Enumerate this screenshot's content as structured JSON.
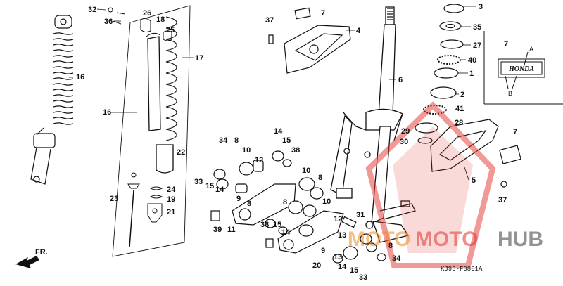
{
  "diagram": {
    "code": "KJ93-F0801A",
    "front_label": "FR.",
    "watermark": {
      "text": "MOTOMOTOHUB",
      "colors": {
        "red": "#e3342f",
        "orange": "#f08a1c",
        "gray": "#666666"
      }
    },
    "callouts": [
      "32",
      "36",
      "26",
      "18",
      "25",
      "17",
      "16",
      "16",
      "24",
      "19",
      "21",
      "22",
      "23",
      "7",
      "37",
      "4",
      "6",
      "34",
      "8",
      "10",
      "12",
      "33",
      "15",
      "14",
      "38",
      "14",
      "15",
      "10",
      "8",
      "9",
      "11",
      "10",
      "12",
      "39",
      "8",
      "8",
      "15",
      "14",
      "38",
      "13",
      "8",
      "9",
      "20",
      "13",
      "15",
      "14",
      "33",
      "31",
      "34",
      "3",
      "35",
      "27",
      "40",
      "1",
      "2",
      "41",
      "28",
      "29",
      "30",
      "5",
      "7",
      "37"
    ],
    "honda_label": {
      "text": "HONDA",
      "letters": [
        "A",
        "B"
      ],
      "callout": "7"
    }
  }
}
